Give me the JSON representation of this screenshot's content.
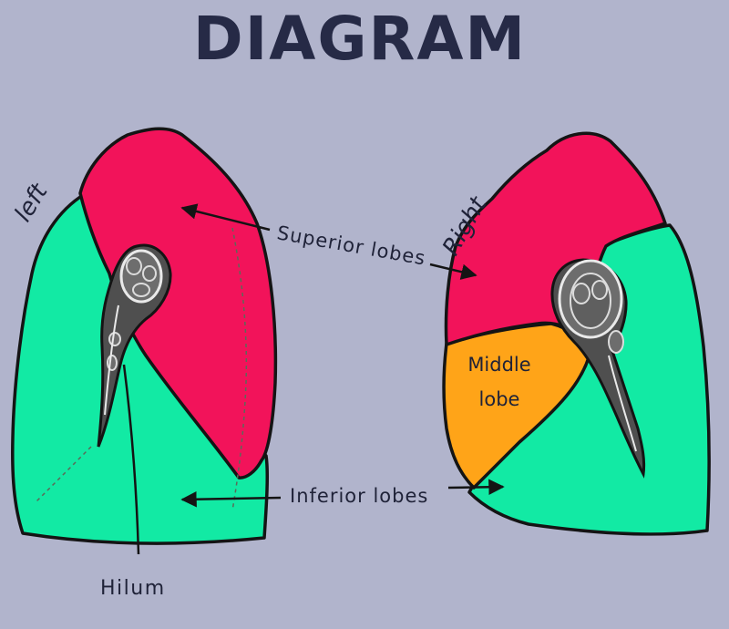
{
  "title": "DIAGRAM",
  "labels": {
    "left": "left",
    "right": "Right",
    "superior": "Superior lobes",
    "middle_line1": "Middle",
    "middle_line2": "lobe",
    "inferior": "Inferior lobes",
    "hilum": "Hilum"
  },
  "colors": {
    "background": "#b1b4cc",
    "superior_lobe": "#f2135a",
    "inferior_lobe": "#12eaa4",
    "middle_lobe": "#ffa418",
    "outline": "#141414",
    "hilum": "#5a5a5a"
  }
}
